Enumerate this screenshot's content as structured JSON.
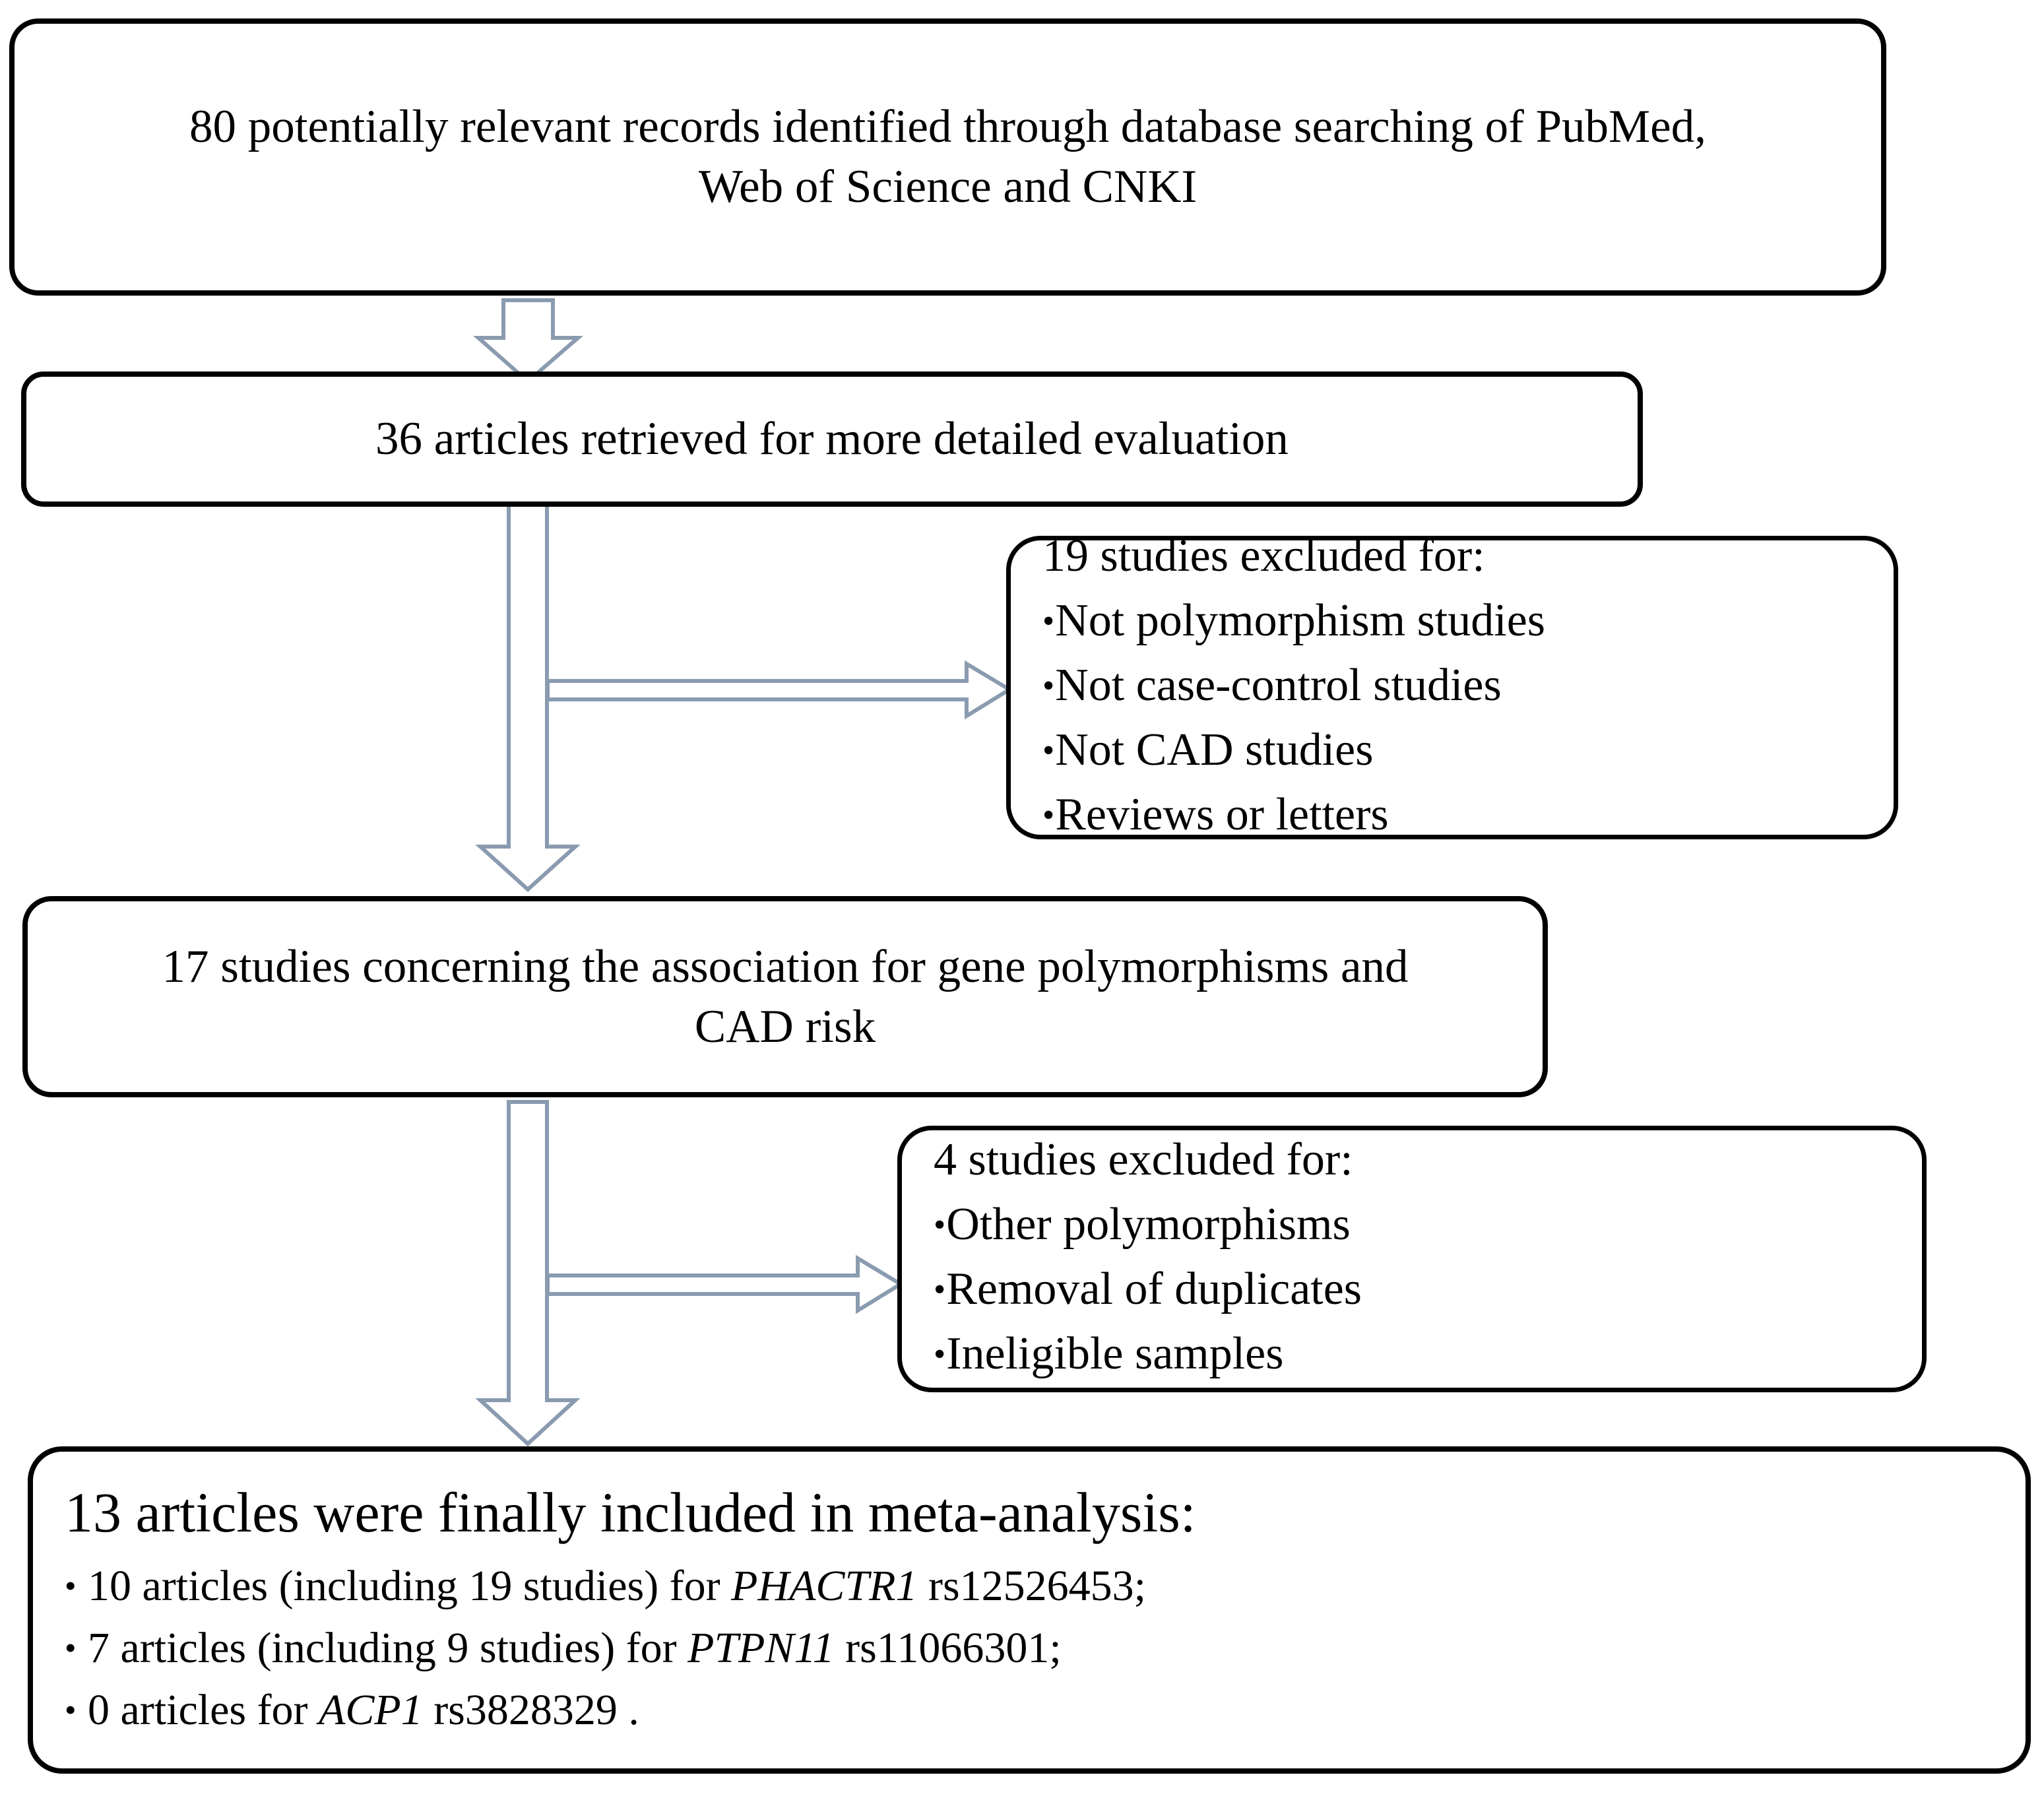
{
  "diagram": {
    "type": "prisma-flow-diagram",
    "title": "Flow diagram of study selection for meta-analysis",
    "stroke_color": "#000000",
    "arrow_color": "#8a9bb0",
    "background": "#ffffff"
  },
  "boxes": {
    "identified": {
      "text": "80 potentially relevant records identified through database searching of PubMed,\nWeb of Science and CNKI"
    },
    "retrieved": {
      "text": "36 articles retrieved for more detailed evaluation"
    },
    "association": {
      "text": "17 studies concerning the association for gene polymorphisms and\nCAD risk"
    },
    "excluded_first": {
      "heading": "19 studies excluded for:",
      "reasons": [
        "Not polymorphism studies",
        "Not case-control studies",
        "Not CAD studies",
        "Reviews or letters"
      ]
    },
    "excluded_second": {
      "heading": "4 studies excluded for:",
      "reasons": [
        "Other polymorphisms",
        "Removal of duplicates",
        "Ineligible samples"
      ]
    },
    "final": {
      "heading": "13 articles were finally included in meta-analysis:",
      "items": [
        {
          "prefix": "10 articles (including 19 studies) for ",
          "gene": "PHACTR1",
          "suffix": " rs12526453;"
        },
        {
          "prefix": "7 articles (including 9 studies) for ",
          "gene": "PTPN11",
          "suffix": " rs11066301;"
        },
        {
          "prefix": "0 articles for ",
          "gene": "ACP1",
          "suffix": " rs3828329 ."
        }
      ]
    }
  },
  "arrows": {
    "a1": {
      "name": "identified-to-retrieved",
      "direction": "down"
    },
    "a2": {
      "name": "retrieved-to-association",
      "direction": "down"
    },
    "a3": {
      "name": "retrieved-to-excluded-first",
      "direction": "right"
    },
    "a4": {
      "name": "association-to-final",
      "direction": "down"
    },
    "a5": {
      "name": "association-to-excluded-second",
      "direction": "right"
    }
  }
}
